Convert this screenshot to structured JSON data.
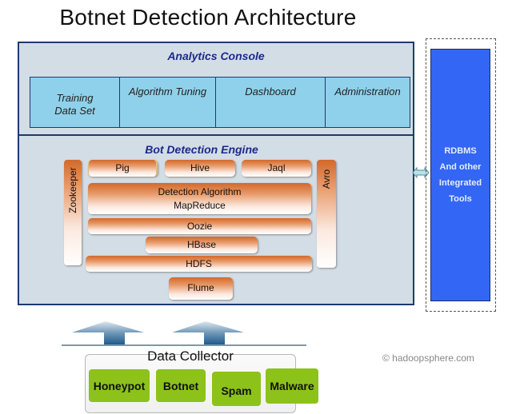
{
  "title": "Botnet Detection Architecture",
  "analytics_console": {
    "title": "Analytics Console",
    "modules": [
      "Training Data Set",
      "Algorithm Tuning",
      "Dashboard",
      "Administration"
    ]
  },
  "bot_detection_engine": {
    "title": "Bot Detection Engine",
    "left_side": "Zookeeper",
    "right_side": "Avro",
    "top_tools": [
      "Pig",
      "Hive",
      "Jaql"
    ],
    "detection_algorithm": "Detection Algorithm",
    "mapreduce": "MapReduce",
    "oozie": "Oozie",
    "hbase": "HBase",
    "hdfs": "HDFS",
    "flume": "Flume"
  },
  "integrated_tools": {
    "line1": "RDBMS",
    "line2": "And other",
    "line3": "Integrated",
    "line4": "Tools"
  },
  "data_collector": {
    "title": "Data Collector",
    "sources": [
      "Honeypot",
      "Botnet",
      "Spam",
      "Malware"
    ]
  },
  "copyright": "© hadoopsphere.com",
  "colors": {
    "panel_border": "#1c3a6e",
    "panel_bg": "#d3dde6",
    "console_cells": "#8fd1ea",
    "heading_text": "#1c2a8c",
    "hadoop_orange": "#d2692a",
    "rdbms_blue": "#3366f5",
    "source_green": "#8cc21a",
    "arrow_blue": "#1f5a8a"
  }
}
